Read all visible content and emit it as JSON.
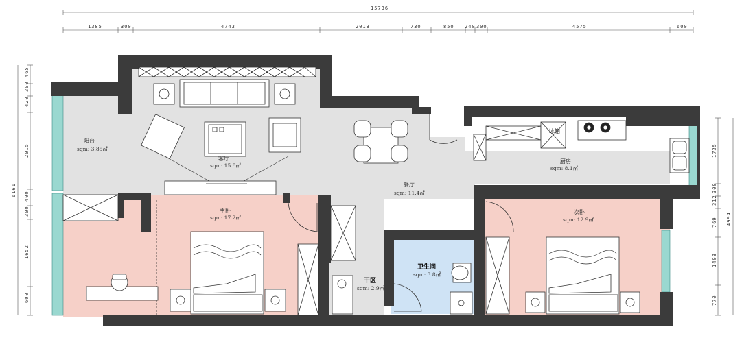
{
  "dimensions": {
    "overall": "15736",
    "top": [
      "1385",
      "300",
      "4743",
      "2013",
      "730",
      "850",
      "240",
      "300",
      "4575",
      "600"
    ],
    "left_total": "6161",
    "left": [
      "465",
      "300",
      "420",
      "2015",
      "400",
      "300",
      "1652",
      "600"
    ],
    "right": [
      "1735",
      "300",
      "312",
      "769",
      "1408",
      "770"
    ],
    "right_total": "4994"
  },
  "rooms": {
    "balcony": {
      "name": "阳台",
      "area": "sqm: 3.85㎡"
    },
    "living": {
      "name": "客厅",
      "area": "sqm: 15.8㎡"
    },
    "dining": {
      "name": "餐厅",
      "area": "sqm: 11.4㎡"
    },
    "kitchen": {
      "name": "厨房",
      "area": "sqm: 8.1㎡"
    },
    "fridge": {
      "name": "冰箱"
    },
    "master": {
      "name": "主卧",
      "area": "sqm: 17.2㎡"
    },
    "second": {
      "name": "次卧",
      "area": "sqm: 12.9㎡"
    },
    "bath": {
      "name": "卫生间",
      "area": "sqm: 3.8㎡"
    },
    "dry": {
      "name": "干区",
      "area": "sqm: 2.9㎡"
    }
  },
  "colors": {
    "wall": "#3b3b3b",
    "floor_common": "#e2e2e2",
    "bedroom": "#f6d0c8",
    "bathroom": "#cfe3f5",
    "window": "#9ad8d0"
  }
}
